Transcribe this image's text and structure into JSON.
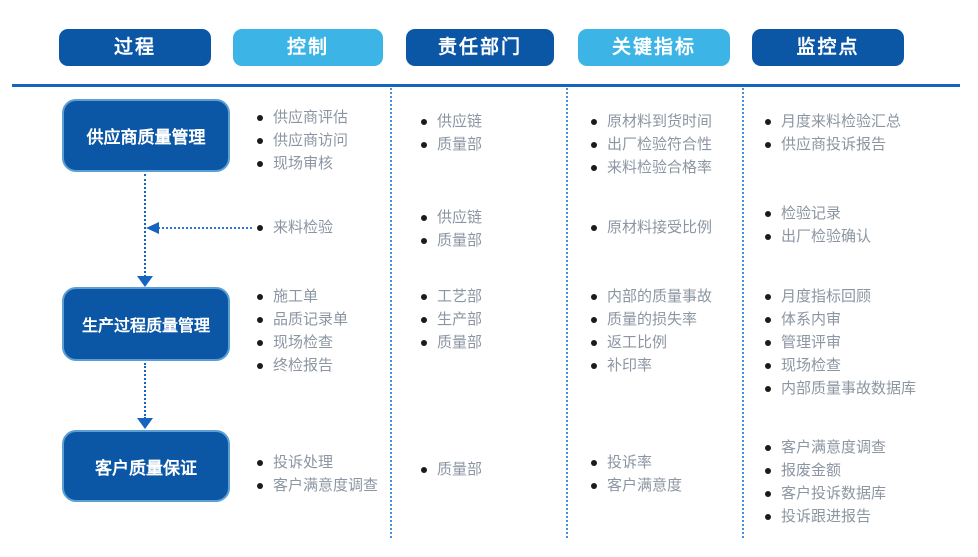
{
  "headers": [
    "过程",
    "控制",
    "责任部门",
    "关键指标",
    "监控点"
  ],
  "processes": [
    "供应商质量管理",
    "生产过程质量管理",
    "客户质量保证"
  ],
  "rows": [
    {
      "control": [
        "供应商评估",
        "供应商访问",
        "现场审核"
      ],
      "department": [
        "供应链",
        "质量部"
      ],
      "indicators": [
        "原材料到货时间",
        "出厂检验符合性",
        "来料检验合格率"
      ],
      "monitoring": [
        "月度来料检验汇总",
        "供应商投诉报告"
      ]
    },
    {
      "control": [
        "来料检验"
      ],
      "department": [
        "供应链",
        "质量部"
      ],
      "indicators": [
        "原材料接受比例"
      ],
      "monitoring": [
        "检验记录",
        "出厂检验确认"
      ]
    },
    {
      "control": [
        "施工单",
        "品质记录单",
        "现场检查",
        "终检报告"
      ],
      "department": [
        "工艺部",
        "生产部",
        "质量部"
      ],
      "indicators": [
        "内部的质量事故",
        "质量的损失率",
        "返工比例",
        "补印率"
      ],
      "monitoring": [
        "月度指标回顾",
        "体系内审",
        "管理评审",
        "现场检查",
        "内部质量事故数据库"
      ]
    },
    {
      "control": [
        "投诉处理",
        "客户满意度调查"
      ],
      "department": [
        "质量部"
      ],
      "indicators": [
        "投诉率",
        "客户满意度"
      ],
      "monitoring": [
        "客户满意度调查",
        "报废金额",
        "客户投诉数据库",
        "投诉跟进报告"
      ]
    }
  ],
  "colors": {
    "dark_blue": "#0b57a6",
    "light_blue": "#3cb4e5",
    "rule_blue": "#1565c0",
    "separator_blue": "#4a90d9",
    "list_text_gray": "#8c96a3"
  }
}
